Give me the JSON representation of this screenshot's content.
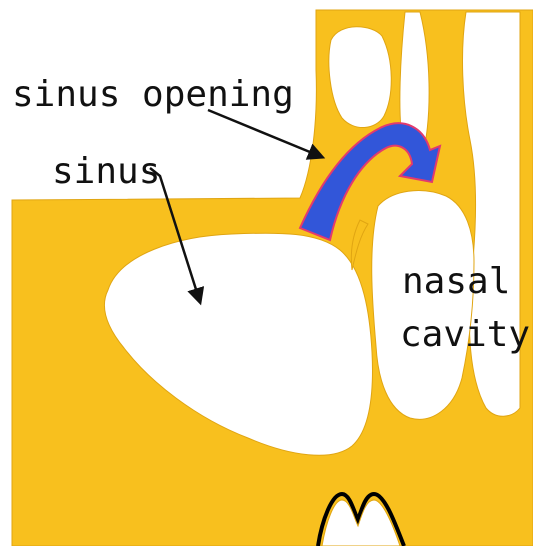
{
  "labels": {
    "sinus_opening": "sinus opening",
    "sinus": "sinus",
    "nasal_line1": "nasal",
    "nasal_line2": "cavity"
  },
  "colors": {
    "bone": "#F8C01E",
    "bone_edge": "#E0A512",
    "cavity": "#FFFFFF",
    "airflow_arrow": "#3256D9",
    "airflow_outline": "#E23A6E",
    "pointer": "#111111",
    "teeth_outline": "#000000",
    "background": "#FFFFFF"
  },
  "icons": {
    "airflow": "curved-arrow-icon",
    "pointer": "arrow-icon"
  }
}
